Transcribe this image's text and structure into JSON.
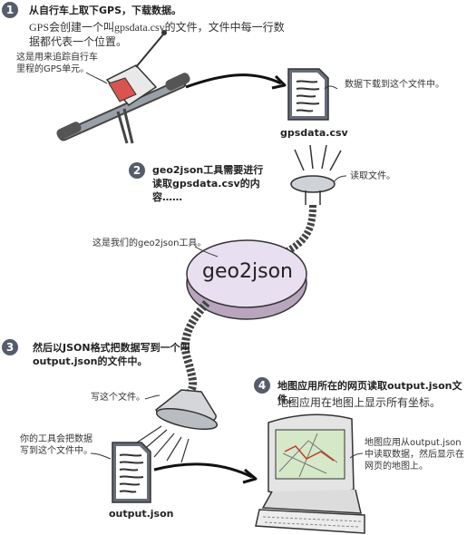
{
  "steps": [
    {
      "num": "1",
      "title": "从自行车上取下GPS，下载数据。",
      "desc": "GPS会创建一个叫gpsdata.csv的文件，文件中每一行数据都代表一个位置。"
    },
    {
      "num": "2",
      "title": "geo2json工具需要进行读取gpsdata.csv的内容……"
    },
    {
      "num": "3",
      "title": "然后以JSON格式把数据写到一个叫output.json的文件中。"
    },
    {
      "num": "4",
      "title": "地图应用所在的网页读取output.json文件。",
      "desc": "地图应用在地图上显示所有坐标。"
    }
  ],
  "notes": {
    "gps_unit": "这是用来追踪自行车里程的GPS单元。",
    "downloaded": "数据下载到这个文件中。",
    "read_file": "读取文件。",
    "tool": "这是我们的geo2json工具。",
    "write_file": "写这个文件。",
    "tool_writes": "你的工具会把数据写到这个文件中。",
    "map_app": "地图应用从output.json中读取数据，然后显示在网页的地图上。"
  },
  "files": {
    "input": "gpsdata.csv",
    "output": "output.json"
  },
  "tool_name": "geo2json"
}
